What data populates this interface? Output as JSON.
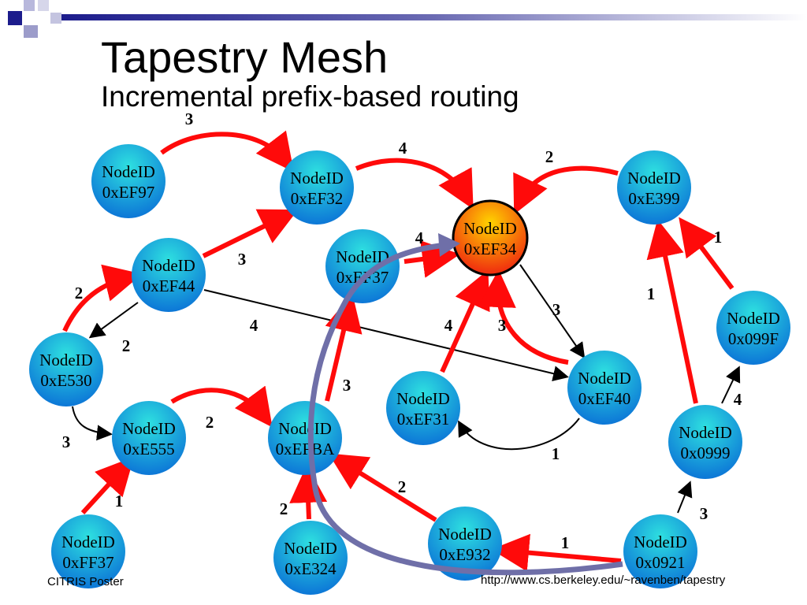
{
  "slide": {
    "title": "Tapestry Mesh",
    "subtitle": "Incremental prefix-based routing",
    "footer_left": "CITRIS Poster",
    "footer_right": "http://www.cs.berkeley.edu/~ravenben/tapestry"
  },
  "colors": {
    "node_top": "#2ee0e0",
    "node_bottom": "#0a6fd6",
    "target_top": "#ffd400",
    "target_bottom": "#ee1c10",
    "route_edge": "#ff0a0a",
    "plain_edge": "#000000",
    "overlay_path": "#6f6fa8",
    "header_dark": "#1c1c8c"
  },
  "diagram": {
    "nodes": [
      {
        "id": "0xEF97",
        "line1": "NodeID",
        "line2": "0xEF97"
      },
      {
        "id": "0xEF32",
        "line1": "NodeID",
        "line2": "0xEF32"
      },
      {
        "id": "0xEF34",
        "line1": "NodeID",
        "line2": "0xEF34",
        "target": true
      },
      {
        "id": "0xE399",
        "line1": "NodeID",
        "line2": "0xE399"
      },
      {
        "id": "0xEF44",
        "line1": "NodeID",
        "line2": "0xEF44"
      },
      {
        "id": "0xEF37",
        "line1": "NodeID",
        "line2": "0xEF37"
      },
      {
        "id": "0x099F",
        "line1": "NodeID",
        "line2": "0x099F"
      },
      {
        "id": "0xE530",
        "line1": "NodeID",
        "line2": "0xE530"
      },
      {
        "id": "0xEF31",
        "line1": "NodeID",
        "line2": "0xEF31"
      },
      {
        "id": "0xEF40",
        "line1": "NodeID",
        "line2": "0xEF40"
      },
      {
        "id": "0xE555",
        "line1": "NodeID",
        "line2": "0xE555"
      },
      {
        "id": "0xEFBA",
        "line1": "NodeID",
        "line2": "0xEFBA"
      },
      {
        "id": "0x0999",
        "line1": "NodeID",
        "line2": "0x0999"
      },
      {
        "id": "0xFF37",
        "line1": "NodeID",
        "line2": "0xFF37"
      },
      {
        "id": "0xE324",
        "line1": "NodeID",
        "line2": "0xE324"
      },
      {
        "id": "0xE932",
        "line1": "NodeID",
        "line2": "0xE932"
      },
      {
        "id": "0x0921",
        "line1": "NodeID",
        "line2": "0x0921"
      }
    ],
    "edges": [
      {
        "from": "0xEF97",
        "to": "0xEF32",
        "label": "3",
        "route": true
      },
      {
        "from": "0xEF32",
        "to": "0xEF34",
        "label": "4",
        "route": true
      },
      {
        "from": "0xE399",
        "to": "0xEF34",
        "label": "2",
        "route": true
      },
      {
        "from": "0xEF44",
        "to": "0xEF32",
        "label": "3",
        "route": true
      },
      {
        "from": "0xEF37",
        "to": "0xEF34",
        "label": "4",
        "route": true
      },
      {
        "from": "0x099F",
        "to": "0xE399",
        "label": "1",
        "route": true
      },
      {
        "from": "0x0999",
        "to": "0xE399",
        "label": "1",
        "route": true
      },
      {
        "from": "0xE530",
        "to": "0xEF44",
        "label": "2",
        "route": true
      },
      {
        "from": "0xEF44",
        "to": "0xE530",
        "label": "2",
        "route": false
      },
      {
        "from": "0xEF44",
        "to": "0xEF40",
        "label": "4",
        "route": false
      },
      {
        "from": "0xEF31",
        "to": "0xEF34",
        "label": "4",
        "route": true
      },
      {
        "from": "0xEF40",
        "to": "0xEF34",
        "label": "3",
        "route": true
      },
      {
        "from": "0xEF34",
        "to": "0xEF40",
        "label": "3",
        "route": false
      },
      {
        "from": "0xE530",
        "to": "0xE555",
        "label": "3",
        "route": false
      },
      {
        "from": "0xE555",
        "to": "0xEFBA",
        "label": "2",
        "route": true
      },
      {
        "from": "0xEFBA",
        "to": "0xEF37",
        "label": "3",
        "route": true
      },
      {
        "from": "0xEF40",
        "to": "0xEF31",
        "label": "1",
        "route": false
      },
      {
        "from": "0x0999",
        "to": "0x099F",
        "label": "4",
        "route": false
      },
      {
        "from": "0xFF37",
        "to": "0xE555",
        "label": "1",
        "route": true
      },
      {
        "from": "0xE324",
        "to": "0xEFBA",
        "label": "2",
        "route": true
      },
      {
        "from": "0xE932",
        "to": "0xEFBA",
        "label": "2",
        "route": true
      },
      {
        "from": "0x0921",
        "to": "0xE932",
        "label": "1",
        "route": true
      },
      {
        "from": "0x0921",
        "to": "0x0999",
        "label": "3",
        "route": false
      }
    ]
  }
}
